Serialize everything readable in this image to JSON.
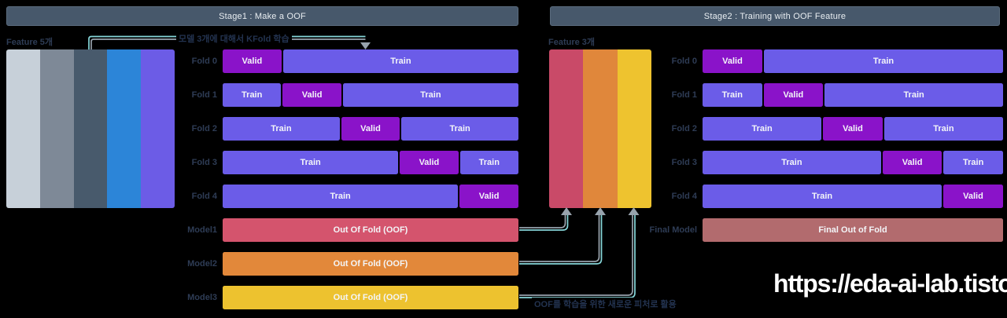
{
  "colors": {
    "bg": "#000000",
    "header": "#47586b",
    "header_border": "#5a6b7d",
    "label": "#2e3c55",
    "note": "#233350",
    "seg_text": "#f3f5f8",
    "train": "#6b5ce8",
    "valid": "#8a13c9",
    "arrow_cyan": "#86d7da",
    "arrow_gray": "#98a3ad",
    "watermark": "#ffffff"
  },
  "stage1": {
    "title": "Stage1 : Make a OOF",
    "feature_label": "Feature 5개",
    "feature_colors": [
      "#c7d0d9",
      "#7e8997",
      "#485a6c",
      "#2c85d8",
      "#6c5ce6"
    ],
    "kfold_note": "모델 3개에 대해서 KFold 학습",
    "folds": [
      {
        "label": "Fold 0",
        "segments": [
          {
            "text": "Valid",
            "type": "valid",
            "span": 1
          },
          {
            "text": "Train",
            "type": "train",
            "span": 4
          }
        ]
      },
      {
        "label": "Fold 1",
        "segments": [
          {
            "text": "Train",
            "type": "train",
            "span": 1
          },
          {
            "text": "Valid",
            "type": "valid",
            "span": 1
          },
          {
            "text": "Train",
            "type": "train",
            "span": 3
          }
        ]
      },
      {
        "label": "Fold 2",
        "segments": [
          {
            "text": "Train",
            "type": "train",
            "span": 2
          },
          {
            "text": "Valid",
            "type": "valid",
            "span": 1
          },
          {
            "text": "Train",
            "type": "train",
            "span": 2
          }
        ]
      },
      {
        "label": "Fold 3",
        "segments": [
          {
            "text": "Train",
            "type": "train",
            "span": 3
          },
          {
            "text": "Valid",
            "type": "valid",
            "span": 1
          },
          {
            "text": "Train",
            "type": "train",
            "span": 1
          }
        ]
      },
      {
        "label": "Fold 4",
        "segments": [
          {
            "text": "Train",
            "type": "train",
            "span": 4
          },
          {
            "text": "Valid",
            "type": "valid",
            "span": 1
          }
        ]
      }
    ],
    "models": [
      {
        "label": "Model1",
        "text": "Out Of Fold (OOF)",
        "color": "#d4546d"
      },
      {
        "label": "Model2",
        "text": "Out Of Fold (OOF)",
        "color": "#e2883a"
      },
      {
        "label": "Model3",
        "text": "Out Of Fold (OOF)",
        "color": "#edc22f"
      }
    ]
  },
  "stage2": {
    "title": "Stage2 : Training with OOF Feature",
    "feature_label": "Feature 3개",
    "feature_colors": [
      "#c94a68",
      "#e0873b",
      "#eec32f"
    ],
    "oof_note": "OOF를 학습을 위한 새로운 피처로 활용",
    "folds": [
      {
        "label": "Fold 0",
        "segments": [
          {
            "text": "Valid",
            "type": "valid",
            "span": 1
          },
          {
            "text": "Train",
            "type": "train",
            "span": 4
          }
        ]
      },
      {
        "label": "Fold 1",
        "segments": [
          {
            "text": "Train",
            "type": "train",
            "span": 1
          },
          {
            "text": "Valid",
            "type": "valid",
            "span": 1
          },
          {
            "text": "Train",
            "type": "train",
            "span": 3
          }
        ]
      },
      {
        "label": "Fold 2",
        "segments": [
          {
            "text": "Train",
            "type": "train",
            "span": 2
          },
          {
            "text": "Valid",
            "type": "valid",
            "span": 1
          },
          {
            "text": "Train",
            "type": "train",
            "span": 2
          }
        ]
      },
      {
        "label": "Fold 3",
        "segments": [
          {
            "text": "Train",
            "type": "train",
            "span": 3
          },
          {
            "text": "Valid",
            "type": "valid",
            "span": 1
          },
          {
            "text": "Train",
            "type": "train",
            "span": 1
          }
        ]
      },
      {
        "label": "Fold 4",
        "segments": [
          {
            "text": "Train",
            "type": "train",
            "span": 4
          },
          {
            "text": "Valid",
            "type": "valid",
            "span": 1
          }
        ]
      }
    ],
    "final": {
      "label": "Final Model",
      "text": "Final Out of Fold",
      "color": "#b26b6e"
    }
  },
  "watermark": "https://eda-ai-lab.tistor"
}
